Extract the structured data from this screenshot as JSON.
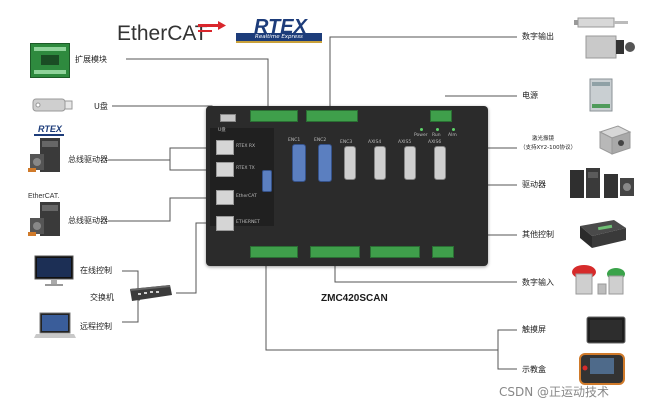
{
  "logos": {
    "ethercat_main": "EtherCAT",
    "rtex_main": "RTEX",
    "rtex_tagline": "Realtime Express",
    "rtex_small": "RTEX",
    "ethercat_small": "EtherCAT."
  },
  "left_labels": {
    "expansion": "扩展模块",
    "udisk": "U盘",
    "bus_driver_1": "总线驱动器",
    "bus_driver_2": "总线驱动器",
    "online_control": "在线控制",
    "switch": "交换机",
    "remote_control": "远程控制"
  },
  "right_labels": {
    "digital_output": "数字输出",
    "power": "电源",
    "galvo_line1": "激光振镜",
    "galvo_line2": "（支持XY2-100协议）",
    "driver": "驱动器",
    "other_control": "其他控制",
    "digital_input": "数字输入",
    "touch_screen": "触摸屏",
    "teach_pendant": "示教盒"
  },
  "controller": {
    "model": "ZMC420SCAN",
    "port_labels": [
      "RTEX RX",
      "RTEX TX",
      "EtherCAT",
      "ETHERNET",
      "U盘",
      "ENC1",
      "ENC2",
      "ENC3",
      "AXIS4",
      "AXIS5",
      "AXIS6",
      "Power",
      "Run",
      "Alm"
    ]
  },
  "watermark": "CSDN @正运动技术",
  "colors": {
    "line": "#555555",
    "board": "#2b2b2b",
    "terminal_green": "#3f9f4b",
    "connector_blue": "#5b7fc0"
  }
}
